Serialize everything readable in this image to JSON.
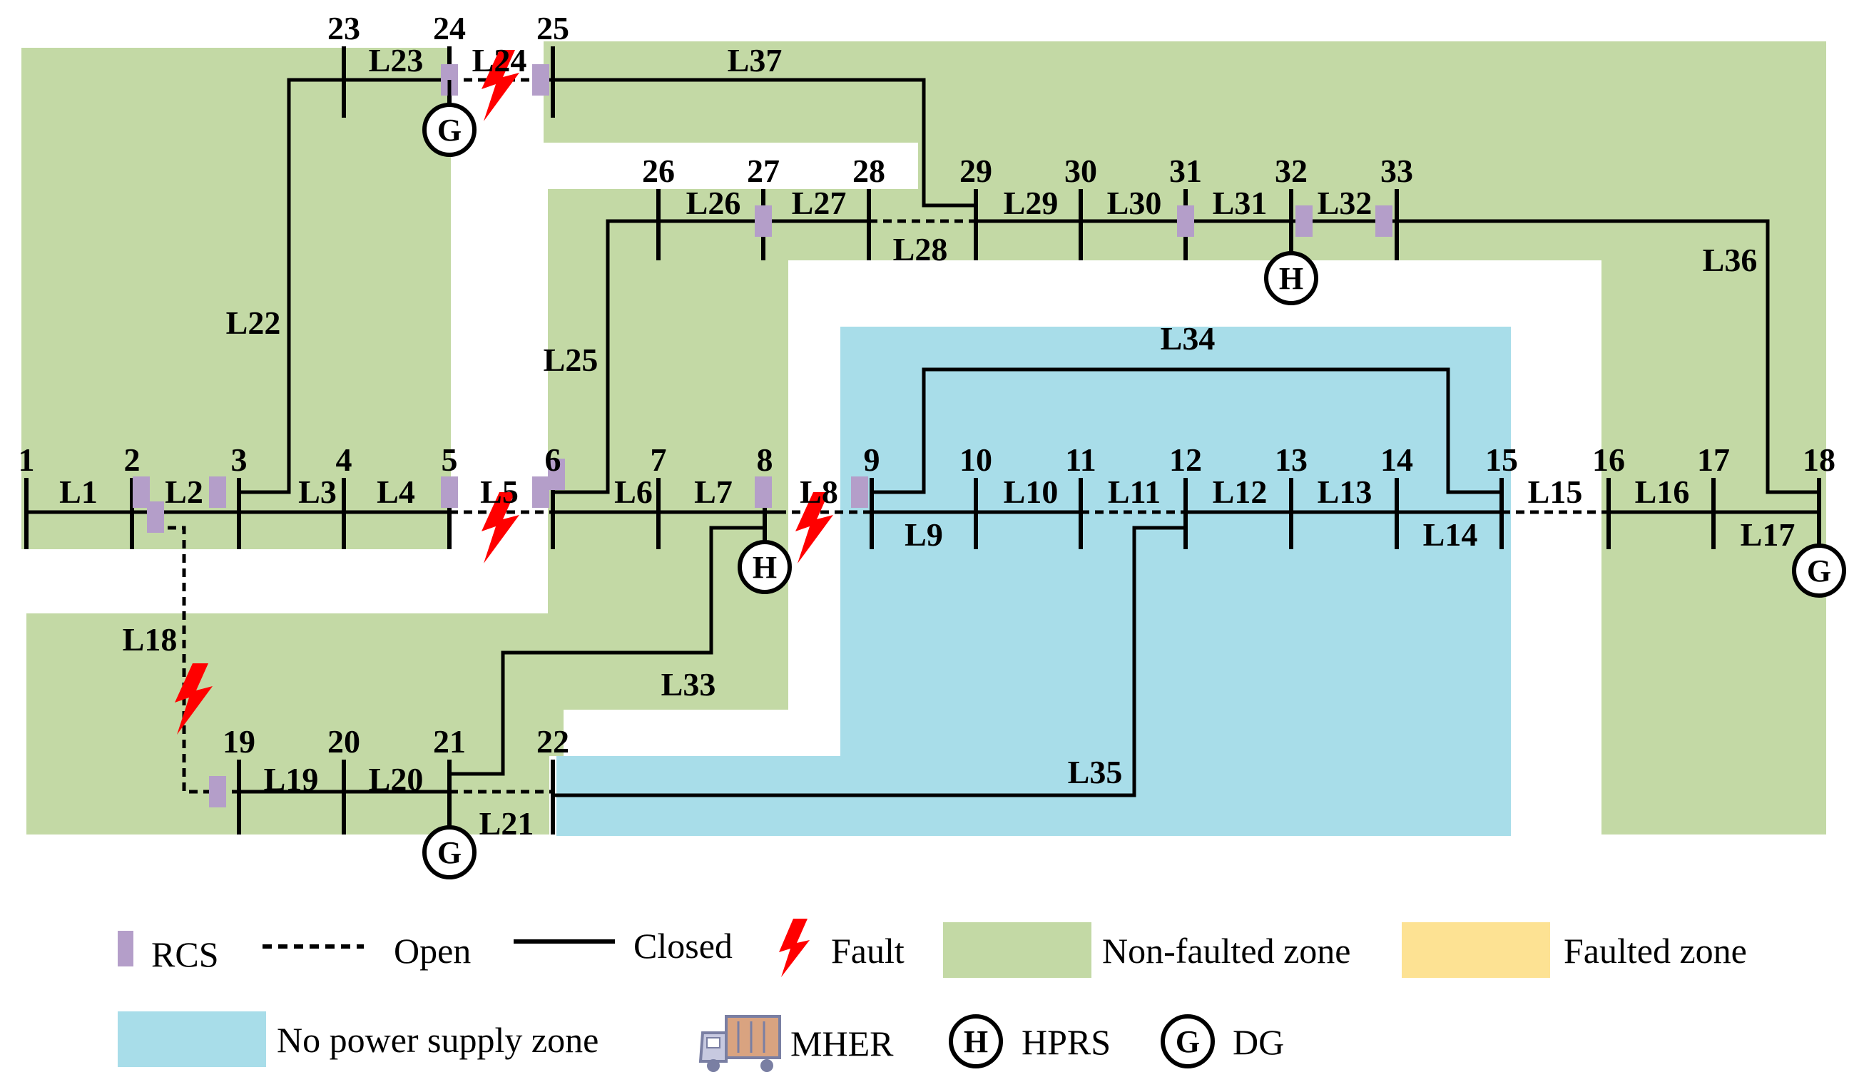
{
  "colors": {
    "non_faulted": "#c3d9a5",
    "faulted": "#fde293",
    "no_power": "#a8dde9",
    "rcs": "#b49ec9",
    "fault": "#ff0000",
    "line": "#000000"
  },
  "buses": [
    "1",
    "2",
    "3",
    "4",
    "5",
    "6",
    "7",
    "8",
    "9",
    "10",
    "11",
    "12",
    "13",
    "14",
    "15",
    "16",
    "17",
    "18",
    "19",
    "20",
    "21",
    "22",
    "23",
    "24",
    "25",
    "26",
    "27",
    "28",
    "29",
    "30",
    "31",
    "32",
    "33"
  ],
  "lines": [
    "L1",
    "L2",
    "L3",
    "L4",
    "L5",
    "L6",
    "L7",
    "L8",
    "L9",
    "L10",
    "L11",
    "L12",
    "L13",
    "L14",
    "L15",
    "L16",
    "L17",
    "L18",
    "L19",
    "L20",
    "L21",
    "L22",
    "L23",
    "L24",
    "L25",
    "L26",
    "L27",
    "L28",
    "L29",
    "L30",
    "L31",
    "L32",
    "L33",
    "L34",
    "L35",
    "L36",
    "L37"
  ],
  "node_marks": {
    "dg": "G",
    "hprs": "H"
  },
  "legend": {
    "rcs": "RCS",
    "open": "Open",
    "closed": "Closed",
    "fault": "Fault",
    "non_faulted_zone": "Non-faulted zone",
    "faulted_zone": "Faulted zone",
    "no_power_zone": "No power supply zone",
    "mher": "MHER",
    "hprs": "HPRS",
    "dg": "DG"
  }
}
